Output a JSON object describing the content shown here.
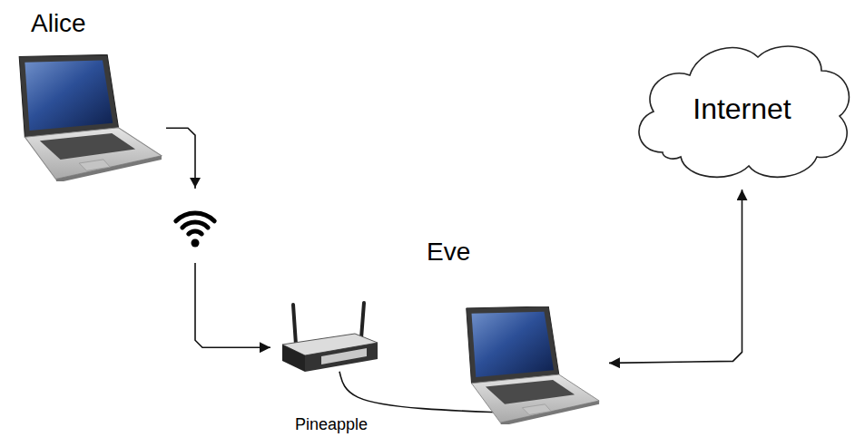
{
  "diagram": {
    "nodes": [
      {
        "text": [
          "Alice"
        ]
      },
      {
        "text": [
          "Pineapple"
        ]
      },
      {
        "text": [
          "Eve"
        ]
      },
      {
        "text": [
          "Internet"
        ]
      }
    ],
    "edges": [
      {
        "from": 0,
        "to": 1,
        "arrow": "to"
      },
      {
        "from": 1,
        "to": 2,
        "arrow": "none"
      },
      {
        "from": 2,
        "to": 3,
        "arrow": "both"
      }
    ]
  }
}
